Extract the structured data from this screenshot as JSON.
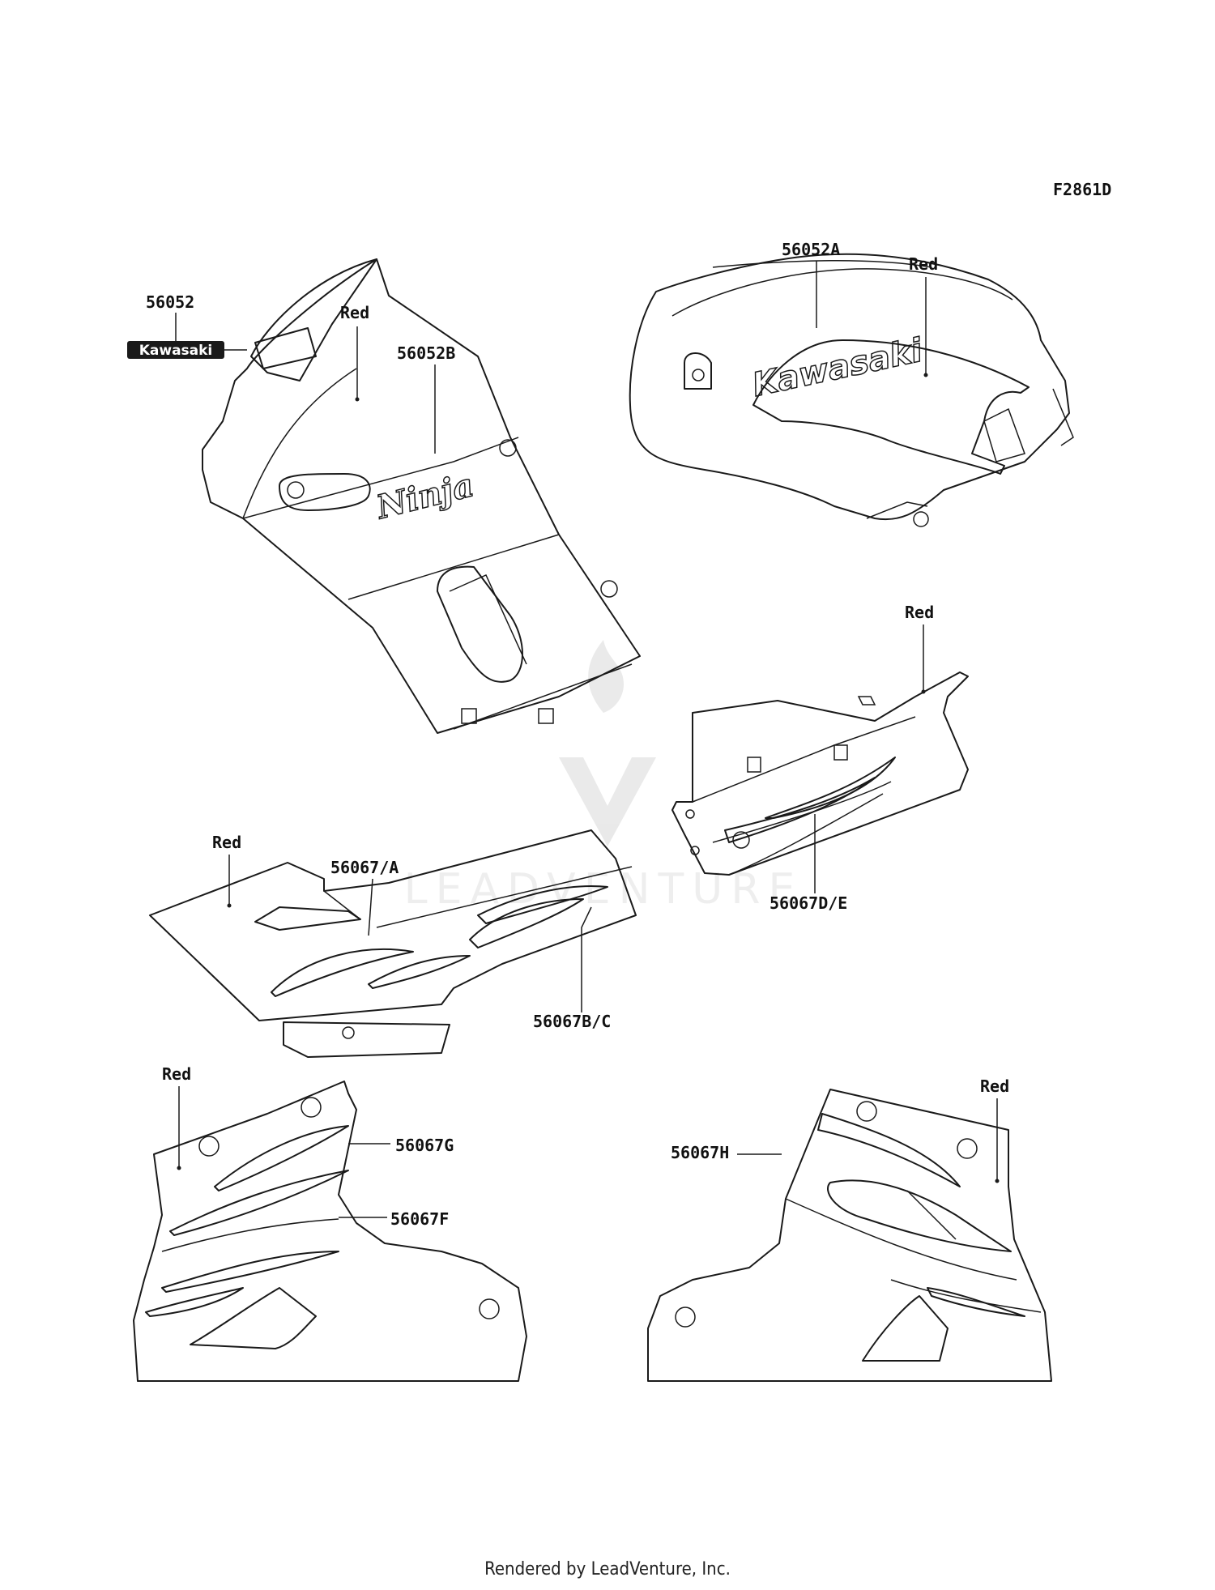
{
  "diagram_id": "F2861D",
  "labels": {
    "fairing_emblem": "56052",
    "fairing_emblem_text": "Kawasaki",
    "fairing_color": "Red",
    "fairing_decal": "56052B",
    "ninja_text": "Ninja",
    "tank_decal": "56052A",
    "tank_color": "Red",
    "tank_text": "Kawasaki",
    "side_cover_color": "Red",
    "side_cover_decal": "56067/A",
    "side_cover_decal_b": "56067B/C",
    "tail_color": "Red",
    "tail_decal": "56067D/E",
    "lower_left_color": "Red",
    "lower_left_decal_g": "56067G",
    "lower_left_decal_f": "56067F",
    "lower_right_decal": "56067H",
    "lower_right_color": "Red"
  },
  "watermark": "LEADVENTURE",
  "footer": "Rendered by LeadVenture, Inc."
}
